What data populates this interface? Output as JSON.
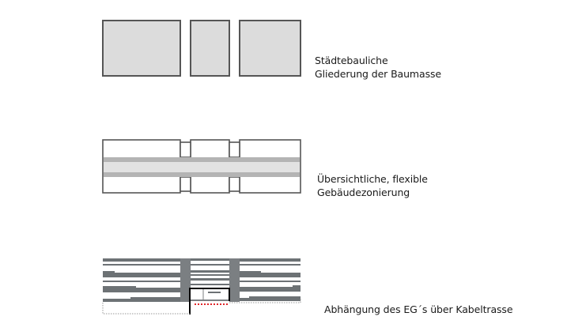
{
  "diagrams": [
    {
      "id": "massing",
      "caption_lines": [
        "Städtebauliche",
        "Gliederung der Baumasse"
      ]
    },
    {
      "id": "zoning",
      "caption_lines": [
        "Übersichtliche, flexible",
        "Gebäudezonierung"
      ]
    },
    {
      "id": "section",
      "caption_lines": [
        "Abhängung des EG´s über Kabeltrasse"
      ]
    }
  ],
  "colors": {
    "block_fill": "#dcdcdc",
    "block_stroke": "#555555",
    "corridor_dark": "#b4b4b4",
    "corridor_light": "#e2e2e2",
    "slab": "#6d7275",
    "core": "#7b7f82",
    "suspended_frame": "#000000",
    "cable_tray_dots": "#e0262a",
    "dotted_outline": "#9a9a9a"
  }
}
